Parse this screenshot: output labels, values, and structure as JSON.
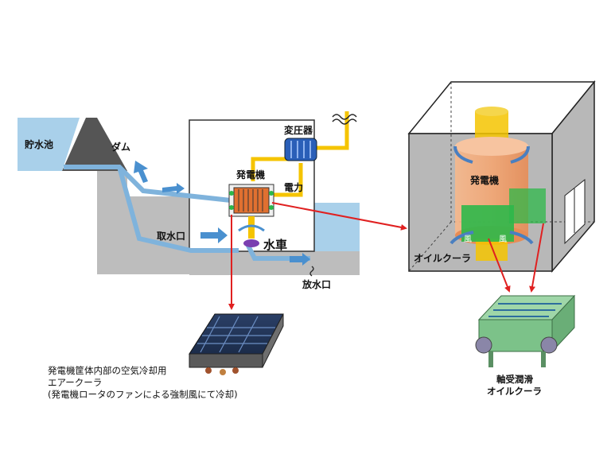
{
  "labels": {
    "reservoir": "貯水池",
    "dam": "ダム",
    "intake": "取水口",
    "generator": "発電機",
    "transformer": "変圧器",
    "power": "電力",
    "turbine": "水車",
    "outlet": "放水口",
    "generator_3d": "発電機",
    "oil_cooler_3d": "オイルクーラ",
    "wind_left": "風",
    "wind_right": "風"
  },
  "air_cooler_caption": [
    "発電機筐体内部の空気冷却用",
    "エアークーラ",
    "(発電機ロータのファンによる強制風にて冷却)"
  ],
  "oil_cooler_caption": [
    "軸受潤滑",
    "オイルクーラ"
  ],
  "colors": {
    "water": "#a9d0ea",
    "pipe": "#7fb3dc",
    "ground": "#bdbdbd",
    "power_line": "#f5c400",
    "arrow_red": "#e02020",
    "box_gray": "#b8b8b8",
    "gen_orange": "#f4a672",
    "cooler_green": "#2db84a"
  }
}
